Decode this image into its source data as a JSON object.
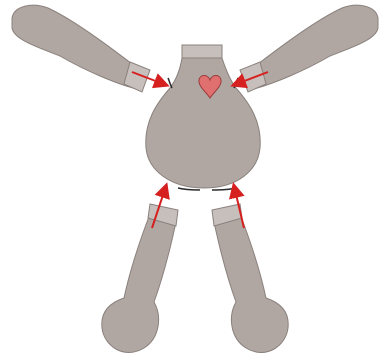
{
  "diagram": {
    "parts": [
      "body",
      "neck",
      "left-arm",
      "right-arm",
      "left-leg",
      "right-leg"
    ],
    "colors": {
      "fill": "#b0a6a2",
      "stroke": "#8a817d",
      "tab": "#c7bfbb",
      "seam": "#2a2a2a",
      "heart": "#e07070",
      "heart_stroke": "#9a3a3a",
      "arrow": "#d62020"
    },
    "icons": [
      "heart-icon",
      "arrow-icon"
    ]
  }
}
